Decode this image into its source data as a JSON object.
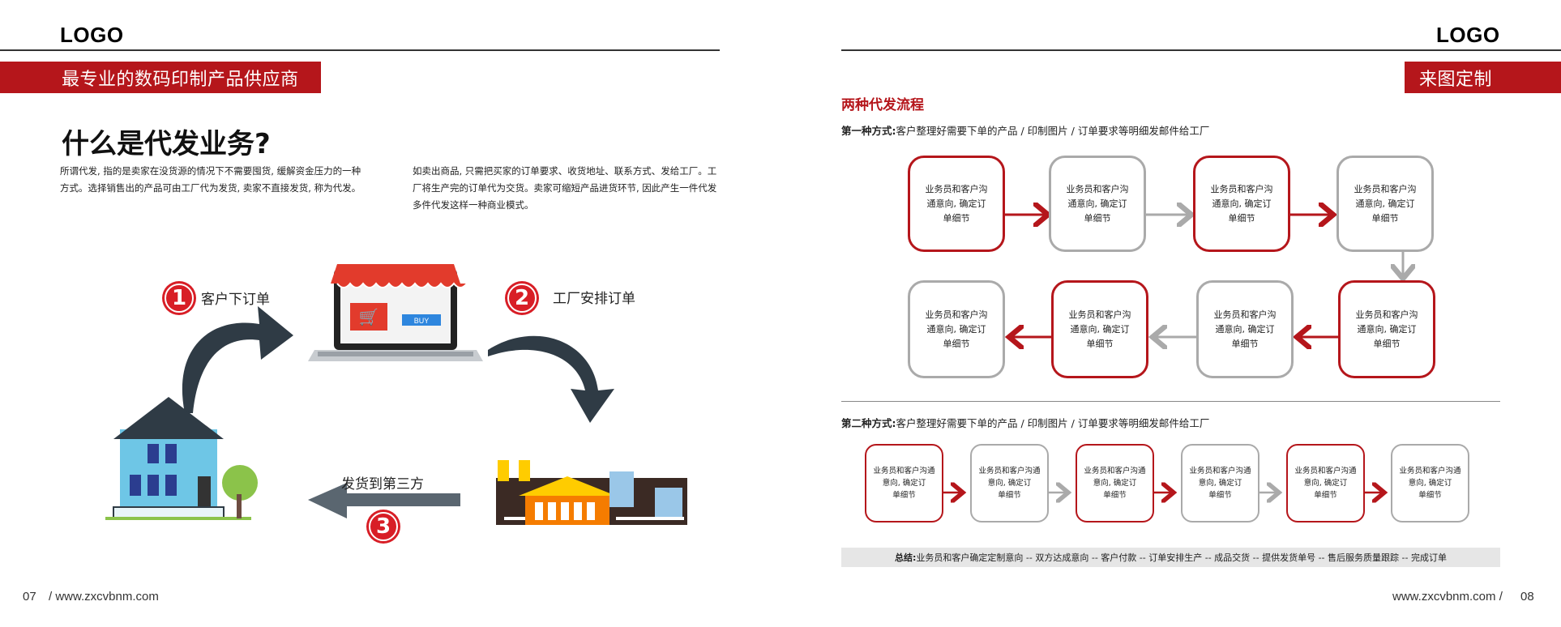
{
  "left_page": {
    "logo": "LOGO",
    "banner": "最专业的数码印制产品供应商",
    "title": "什么是代发业务?",
    "para1": "所谓代发, 指的是卖家在没货源的情况下不需要囤货, 缓解资金压力的一种方式。选择销售出的产品可由工厂代为发货, 卖家不直接发货, 称为代发。",
    "para2": "如卖出商品, 只需把买家的订单要求、收货地址、联系方式、发给工厂。工厂将生产完的订单代为交货。卖家可缩短产品进货环节, 因此产生一件代发多件代发这样一种商业模式。",
    "step1_num": "1",
    "step1_label": "客户下订单",
    "step2_num": "2",
    "step2_label": "工厂安排订单",
    "step3_num": "3",
    "step3_label": "发货到第三方",
    "buy_label": "BUY",
    "page_number": "07",
    "url": "/ www.zxcvbnm.com"
  },
  "right_page": {
    "logo": "LOGO",
    "banner": "来图定制",
    "section_title": "两种代发流程",
    "method1_label": "第一种方式:",
    "method1_text": "客户整理好需要下单的产品 / 印制图片 / 订单要求等明细发邮件给工厂",
    "method2_label": "第二种方式:",
    "method2_text": "客户整理好需要下单的产品 / 印制图片 / 订单要求等明细发邮件给工厂",
    "box_line1": "业务员和客户沟",
    "box_line2": "通意向, 确定订",
    "box_line3": "单细节",
    "small_line1": "业务员和客户沟通",
    "small_line2": "意向, 确定订",
    "small_line3": "单细节",
    "summary_label": "总结:",
    "summary_text": "业务员和客户确定定制意向 -- 双方达成意向 -- 客户付款 -- 订单安排生产 -- 成品交货 -- 提供发货单号 -- 售后服务质量跟踪 -- 完成订单",
    "url": "www.zxcvbnm.com /",
    "page_number": "08"
  },
  "colors": {
    "accent_red": "#b5161b",
    "gray": "#aaaaaa",
    "dark_arrow": "#2f3b45"
  }
}
